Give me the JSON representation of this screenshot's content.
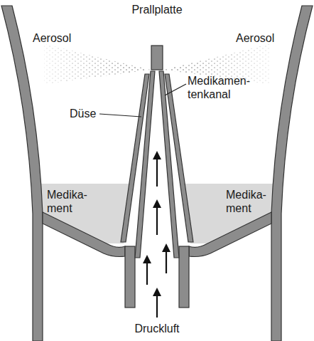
{
  "diagram": {
    "labels": [
      "Prallplatte",
      "Aerosol",
      "Aerosol",
      "Düse",
      "Medikamen- tenkanal",
      "Medika- ment",
      "Medika- ment",
      "Druckluft"
    ]
  }
}
